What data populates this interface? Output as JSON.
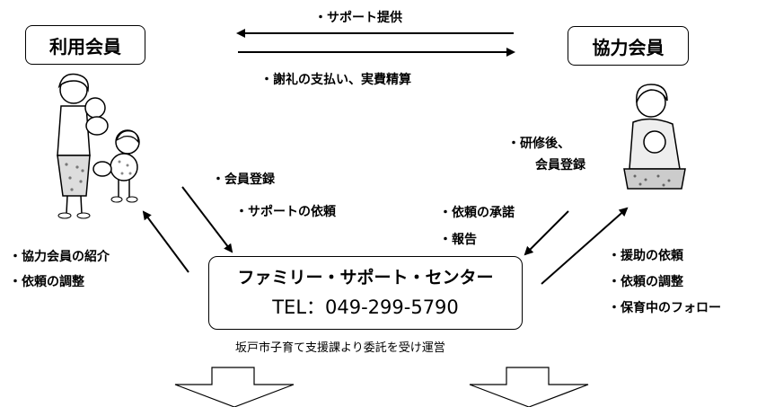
{
  "users": {
    "label": "利用会員"
  },
  "helpers": {
    "label": "協力会員"
  },
  "center": {
    "name": "ファミリー・サポート・センター",
    "tel": "TEL：049-299-5790",
    "note": "坂戸市子育て支援課より委託を受け運営"
  },
  "top_arrows": {
    "support": "・サポート提供",
    "payment": "・謝礼の支払い、実費精算"
  },
  "left_up": {
    "lines": [
      "・協力会員の紹介",
      "・依頼の調整"
    ]
  },
  "left_down": {
    "register": "・会員登録",
    "request": "・サポートの依頼"
  },
  "right_down": {
    "accept": "・依頼の承諾",
    "report": "・報告"
  },
  "right_top": {
    "line1": "・研修後、",
    "line2": "会員登録"
  },
  "right_up": {
    "lines": [
      "・援助の依頼",
      "・依頼の調整",
      "・保育中のフォロー"
    ]
  }
}
